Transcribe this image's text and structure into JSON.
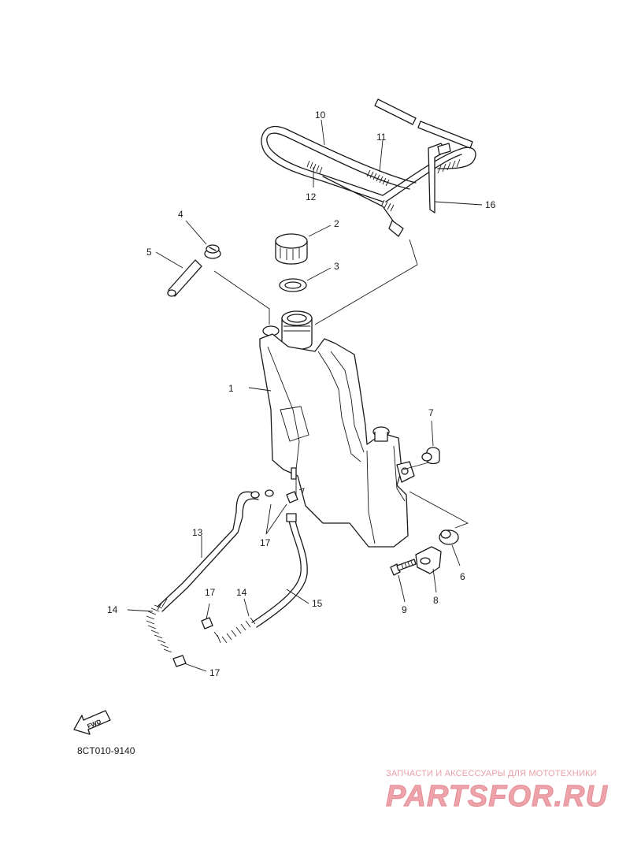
{
  "diagram": {
    "parts": [
      {
        "number": "1",
        "name": "coolant-reservoir-tank"
      },
      {
        "number": "2",
        "name": "reservoir-cap"
      },
      {
        "number": "3",
        "name": "cap-gasket"
      },
      {
        "number": "4",
        "name": "breather-cap"
      },
      {
        "number": "5",
        "name": "breather-pipe"
      },
      {
        "number": "6",
        "name": "damper-grommet"
      },
      {
        "number": "7",
        "name": "damper-grommet"
      },
      {
        "number": "8",
        "name": "tank-bracket"
      },
      {
        "number": "9",
        "name": "bolt"
      },
      {
        "number": "10",
        "name": "breather-hose"
      },
      {
        "number": "11",
        "name": "protector-spring"
      },
      {
        "number": "12",
        "name": "protector-spring"
      },
      {
        "number": "13",
        "name": "overflow-hose"
      },
      {
        "number": "14",
        "name": "protector-spring"
      },
      {
        "number": "15",
        "name": "reservoir-hose"
      },
      {
        "number": "16",
        "name": "hose-clip"
      },
      {
        "number": "17",
        "name": "hose-clamp"
      }
    ],
    "callouts": {
      "c1": "1",
      "c2": "2",
      "c3": "3",
      "c4": "4",
      "c5": "5",
      "c6": "6",
      "c7": "7",
      "c8": "8",
      "c9": "9",
      "c10": "10",
      "c11": "11",
      "c12": "12",
      "c13": "13",
      "c14a": "14",
      "c14b": "14",
      "c15": "15",
      "c16": "16",
      "c17a": "17",
      "c17b": "17",
      "c17c": "17"
    },
    "fwd_label": "FWD",
    "drawing_code": "8CT010-9140"
  },
  "watermark": {
    "subtitle": "ЗАПЧАСТИ И АКСЕССУАРЫ ДЛЯ МОТОТЕХНИКИ",
    "brand": "PARTSFOR.RU",
    "color": "#eda3a9"
  },
  "colors": {
    "line": "#1a1a1a",
    "background": "#ffffff"
  }
}
